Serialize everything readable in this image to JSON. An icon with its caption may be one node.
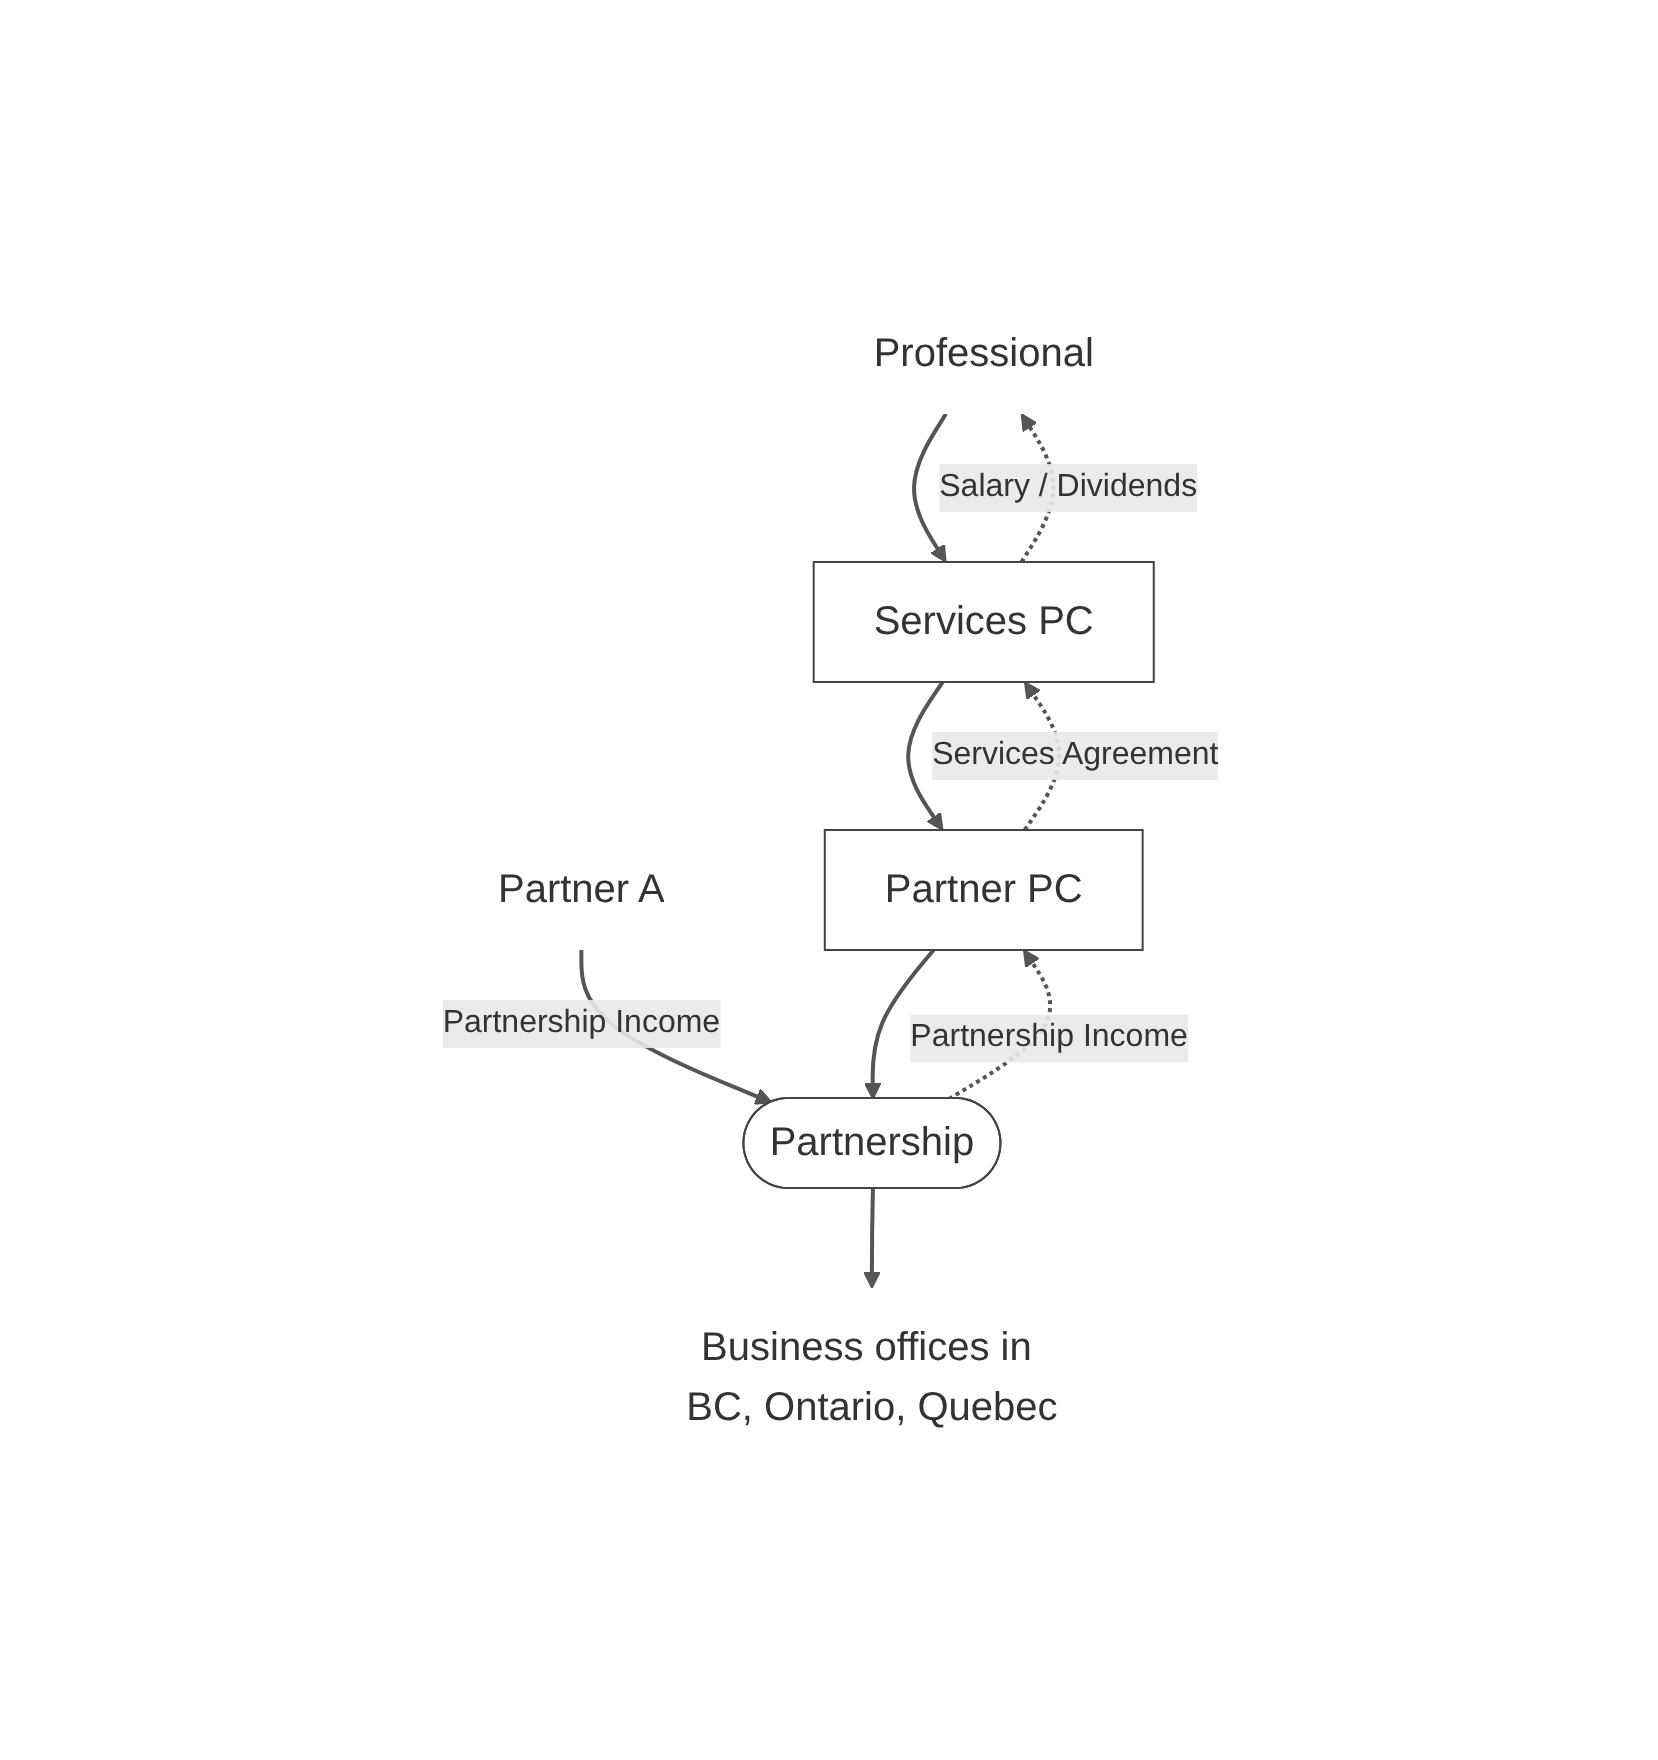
{
  "diagram": {
    "nodes": [
      {
        "text": [
          "Professional"
        ]
      },
      {
        "text": [
          "Services PC"
        ]
      },
      {
        "text": [
          "Partner PC"
        ]
      },
      {
        "text": [
          "Partner A"
        ]
      },
      {
        "text": [
          "Partnership"
        ]
      },
      {
        "text": [
          "Business offices in BC, Ontario, Quebec"
        ]
      }
    ],
    "edges": [
      {
        "from": 0,
        "to": 1,
        "arrow": "to"
      },
      {
        "from": 1,
        "to": 2,
        "arrow": "to"
      },
      {
        "from": 3,
        "to": 4,
        "arrow": "to",
        "label": "Partnership Income"
      },
      {
        "from": 2,
        "to": 4,
        "arrow": "to"
      },
      {
        "from": 4,
        "to": 5,
        "arrow": "to"
      },
      {
        "from": 4,
        "to": 2,
        "arrow": "to",
        "label": "Partnership Income",
        "style": "dashed"
      },
      {
        "from": 2,
        "to": 1,
        "arrow": "to",
        "label": "Services Agreement",
        "style": "dashed"
      },
      {
        "from": 1,
        "to": 0,
        "arrow": "to",
        "label": "Salary / Dividends",
        "style": "dashed"
      }
    ]
  }
}
